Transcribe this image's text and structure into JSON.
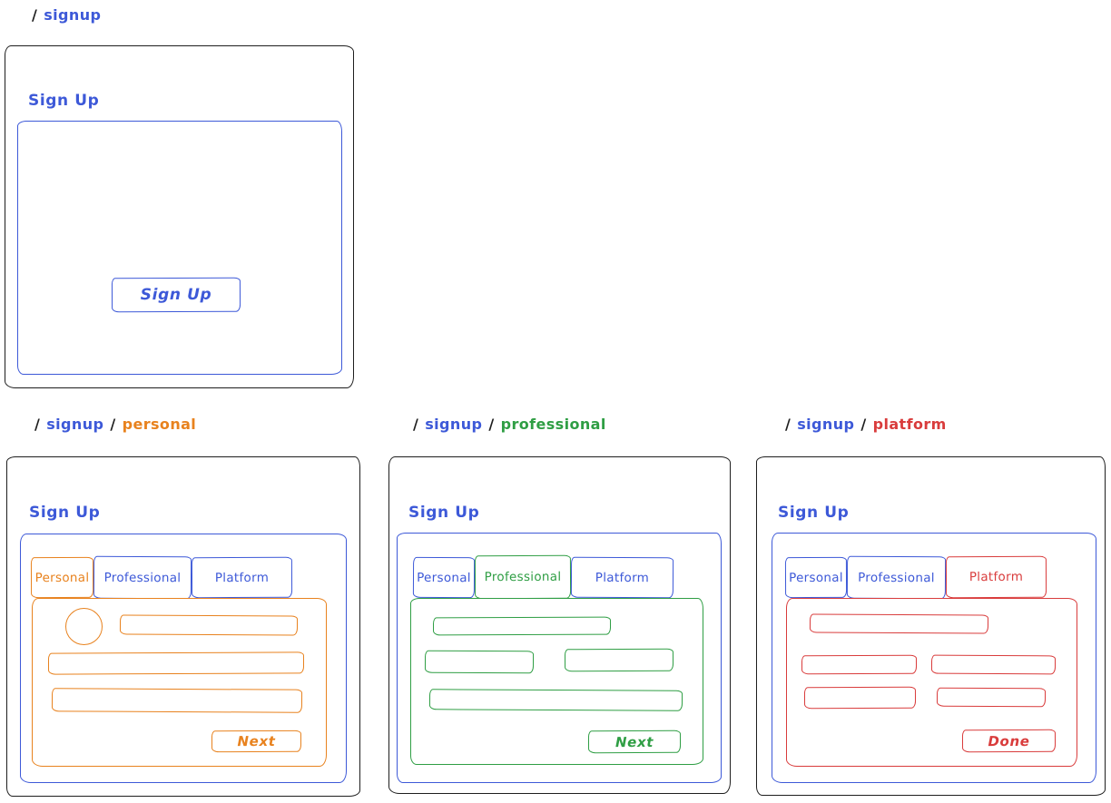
{
  "palette": {
    "ink": "#1e1e1e",
    "blue": "#3d59d8",
    "orange": "#e8821e",
    "green": "#2f9e44",
    "red": "#d93c3c"
  },
  "screens": [
    {
      "route": [
        {
          "text": "/",
          "color": "ink"
        },
        {
          "text": "signup",
          "color": "blue"
        }
      ],
      "title": "Sign Up",
      "action_label": "Sign Up"
    },
    {
      "route": [
        {
          "text": "/",
          "color": "ink"
        },
        {
          "text": "signup",
          "color": "blue"
        },
        {
          "text": "/",
          "color": "ink"
        },
        {
          "text": "personal",
          "color": "orange"
        }
      ],
      "title": "Sign Up",
      "tabs": [
        {
          "label": "Personal",
          "active": true
        },
        {
          "label": "Professional",
          "active": false
        },
        {
          "label": "Platform",
          "active": false
        }
      ],
      "active_tab": "Personal",
      "action_label": "Next"
    },
    {
      "route": [
        {
          "text": "/",
          "color": "ink"
        },
        {
          "text": "signup",
          "color": "blue"
        },
        {
          "text": "/",
          "color": "ink"
        },
        {
          "text": "professional",
          "color": "green"
        }
      ],
      "title": "Sign Up",
      "tabs": [
        {
          "label": "Personal",
          "active": false
        },
        {
          "label": "Professional",
          "active": true
        },
        {
          "label": "Platform",
          "active": false
        }
      ],
      "active_tab": "Professional",
      "action_label": "Next"
    },
    {
      "route": [
        {
          "text": "/",
          "color": "ink"
        },
        {
          "text": "signup",
          "color": "blue"
        },
        {
          "text": "/",
          "color": "ink"
        },
        {
          "text": "platform",
          "color": "red"
        }
      ],
      "title": "Sign Up",
      "tabs": [
        {
          "label": "Personal",
          "active": false
        },
        {
          "label": "Professional",
          "active": false
        },
        {
          "label": "Platform",
          "active": true
        }
      ],
      "active_tab": "Platform",
      "action_label": "Done"
    }
  ]
}
